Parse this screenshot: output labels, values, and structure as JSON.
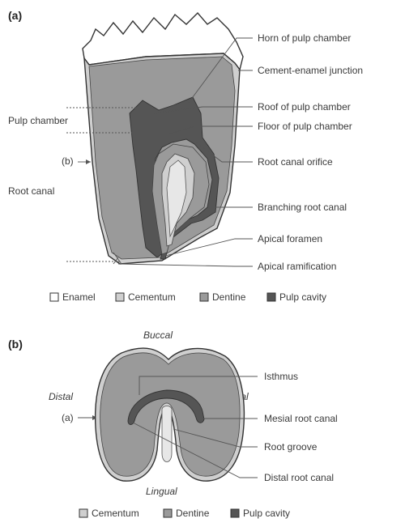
{
  "panel_a": {
    "letter": "(a)",
    "labels": {
      "horn": "Horn of pulp chamber",
      "cej": "Cement-enamel junction",
      "roof": "Roof of pulp chamber",
      "floor": "Floor of pulp chamber",
      "orifice": "Root canal orifice",
      "branching": "Branching root canal",
      "foramen": "Apical foramen",
      "ramification": "Apical ramification",
      "pulp_chamber": "Pulp chamber",
      "root_canal": "Root canal",
      "b_marker": "(b)"
    },
    "legend": [
      "Enamel",
      "Cementum",
      "Dentine",
      "Pulp cavity"
    ]
  },
  "panel_b": {
    "letter": "(b)",
    "labels": {
      "buccal": "Buccal",
      "lingual": "Lingual",
      "distal": "Distal",
      "mesial": "Mesial",
      "isthmus": "Isthmus",
      "mesial_root_canal": "Mesial root canal",
      "root_groove": "Root groove",
      "distal_root_canal": "Distal root canal",
      "a_marker": "(a)"
    },
    "legend": [
      "Cementum",
      "Dentine",
      "Pulp cavity"
    ]
  },
  "colors": {
    "enamel": "#ffffff",
    "cementum": "#cfcfcf",
    "dentine": "#9a9a9a",
    "pulp": "#555555",
    "outline": "#333333"
  }
}
